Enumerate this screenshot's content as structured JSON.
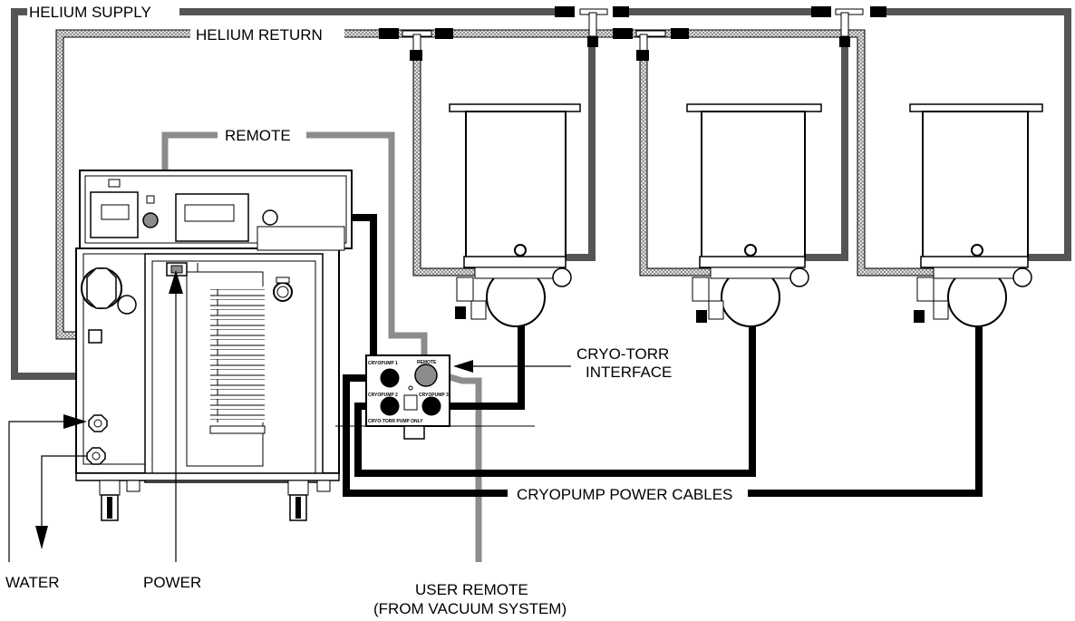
{
  "labels": {
    "helium_supply": "HELIUM SUPPLY",
    "helium_return": "HELIUM RETURN",
    "remote": "REMOTE",
    "cryo_torr_line1": "CRYO-TORR",
    "cryo_torr_line2": "INTERFACE",
    "cryopump_power_cables": "CRYOPUMP POWER CABLES",
    "water": "WATER",
    "power": "POWER",
    "user_remote_line1": "USER REMOTE",
    "user_remote_line2": "(FROM VACUUM SYSTEM)"
  },
  "interface_box": {
    "cryopump_1": "CRYOPUMP 1",
    "cryopump_2": "CRYOPUMP 2",
    "cryopump_3": "CRYOPUMP 3",
    "remote": "REMOTE",
    "cryo_torr_only": "CRYO-TORR PUMP ONLY"
  },
  "colors": {
    "supply_line": "#555555",
    "return_line": "#b4b4b4",
    "remote_line": "#8c8c8c",
    "power_cable": "#000000",
    "outline": "#000000"
  }
}
